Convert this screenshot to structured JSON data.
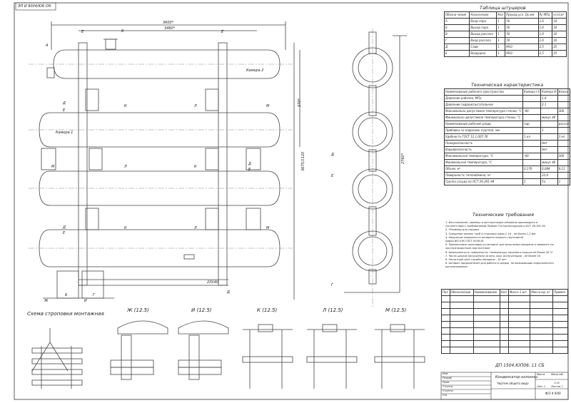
{
  "doc_code_top": "ЭП И 9004/Ю6 ОЯ",
  "stamp_code": "ДП 1504.ЮП06. 11 СБ",
  "product_name": "Конденсатор колонны",
  "product_sub": "Чертеж общего вида",
  "doc_code_bottom": "Ф/Э 4 9/09",
  "scheme_title": "Схема строповки монтажная",
  "sections": [
    "Ж (12.5)",
    "И (12.5)",
    "К (12.5)",
    "Л (12.5)",
    "М (12.5)"
  ],
  "markers_front": [
    "А",
    "Б",
    "В",
    "Г",
    "Д",
    "Е",
    "Ж",
    "И",
    "К",
    "Л",
    "М"
  ],
  "dims": {
    "overall_len": "3600*",
    "inner_len": "3460*",
    "height": "3675/1120",
    "vessel_h": "2760*",
    "bottom_dim": "2/0/40",
    "branch": "570*",
    "chamber1": "Камера 1",
    "chamber2": "Камера 2"
  },
  "nozzle_table": {
    "title": "Таблица штуцеров",
    "headers": [
      "Обозна-чение",
      "Назначение",
      "Кол",
      "Проход усл. Dу,мм",
      "Ру МПа",
      "кгс/см²"
    ],
    "rows": [
      [
        "А",
        "Вход пара",
        "1",
        "50",
        "1,6",
        "16"
      ],
      [
        "Б",
        "Выход пара",
        "1",
        "50",
        "1,6",
        "16"
      ],
      [
        "В",
        "Выход рассола",
        "1",
        "50",
        "1,6",
        "16"
      ],
      [
        "Г",
        "Вход рассола",
        "1",
        "50",
        "1,6",
        "16"
      ],
      [
        "Д",
        "Слив",
        "1",
        "М10",
        "2,5",
        "25"
      ],
      [
        "Е",
        "Воздушка",
        "1",
        "М10",
        "2,5",
        "25"
      ]
    ]
  },
  "tech_table": {
    "title": "Техническая характеристика",
    "headers": [
      "Наименование рабочего пространства",
      "Камера I-II",
      "Камера III",
      "Кожух"
    ],
    "rows": [
      [
        "Давление рабочее, МПа",
        "",
        "1,6",
        ""
      ],
      [
        "Давление гидроиспытательное",
        "",
        "2,1",
        ""
      ],
      [
        "Максимально допустимая температура стенки, °С",
        "-40",
        "",
        "300"
      ],
      [
        "Минимально допустимая температура стенки, °С",
        "",
        "минус 40",
        ""
      ],
      [
        "Наименование рабочей среды",
        "пар",
        "",
        "рассол"
      ],
      [
        "Прибавка на коррозию (группа), мм",
        "",
        "1",
        ""
      ],
      [
        "Удобность ГОСТ 12.1.007-76",
        "1 кл",
        "",
        "3 кл"
      ],
      [
        "Пожароопасность",
        "",
        "Нет",
        ""
      ],
      [
        "Взрывоопасность",
        "",
        "Нет",
        ""
      ],
      [
        "Максимальная температура, °С",
        "-40",
        "",
        "300"
      ],
      [
        "Минимальная температура, °С",
        "",
        "минус 40",
        ""
      ],
      [
        "Объем, м³",
        "0,176",
        "0,084",
        "0,11"
      ],
      [
        "Поверхность теплообмена, м²",
        "",
        "33,9",
        ""
      ],
      [
        "Группа сосуда по ОСТ 26-291-94",
        "1",
        "5а",
        "1"
      ]
    ]
  },
  "req_title": "Технические требования",
  "requirements": [
    "1. Изготовление, приемку и эксплуатацию аппарата производить в",
    "   соответствии с требованиями Правил Госгортехнадзора и ОСТ 26-291-94",
    "2. *Размеры для справок",
    "3. Смещение кромок труб в стыковых швах С.19 - не более 1,2 мм",
    "4. Наружную поверхность аппарата покрыть грунтовкой",
    "   марки ФЛ-03К ГОСТ 9109-81",
    "5. Паронитовые прокладки установить для испытания аппарата и заменить на",
    "   эксплуатационные при монтаже",
    "6. Шероховатость поверхности, температуру нагрева и кожуха не более 50 °С",
    "7. Число циклов нагружения за весь срок эксплуатации - не более 10",
    "8. Расчетный срок службы аппарата - 10 лет",
    "9. Аппарат предназначен для работы в средах, не вызывающих коррозионного",
    "   растрескивания"
  ],
  "spec_headers": [
    "Поз",
    "Обозначение",
    "Наименование",
    "Кол",
    "Масса 1 шт.",
    "Масса ед. кг",
    "Примеч"
  ],
  "title_block": {
    "rows": [
      "Изм.",
      "Разраб.",
      "Пров.",
      "Т.контр.",
      "Н.контр.",
      "Утв."
    ],
    "mass_label": "Масса",
    "scale_label": "Масштаб",
    "scale": "1:10",
    "sheet": "Лист 1",
    "sheets": "Листов 1"
  }
}
